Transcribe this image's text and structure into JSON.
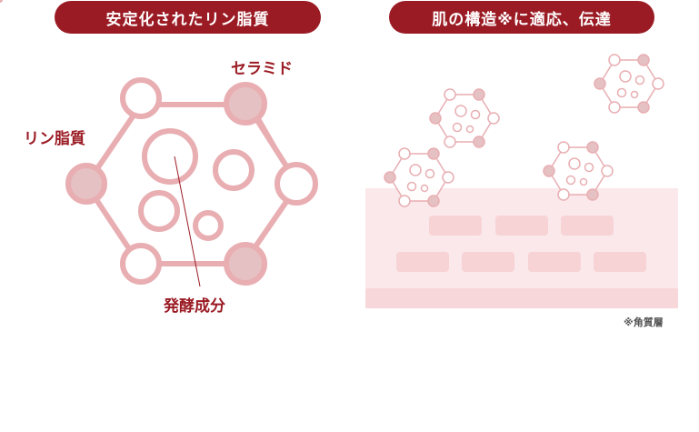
{
  "left_panel": {
    "title": "安定化されたリン脂質",
    "labels": {
      "ceramide": "セラミド",
      "phospholipid": "リン脂質",
      "fermentation": "発酵成分"
    }
  },
  "right_panel": {
    "title": "肌の構造※に適応、伝達",
    "footnote": "※角質層"
  },
  "colors": {
    "accent": "#9b1b24",
    "outline_pink": "#e8aeb2",
    "fill_pink": "#e6c1c3",
    "skin_band": "#fbe8ea",
    "skin_block": "#f7d3d6",
    "skin_bottom": "#f8d7da"
  }
}
